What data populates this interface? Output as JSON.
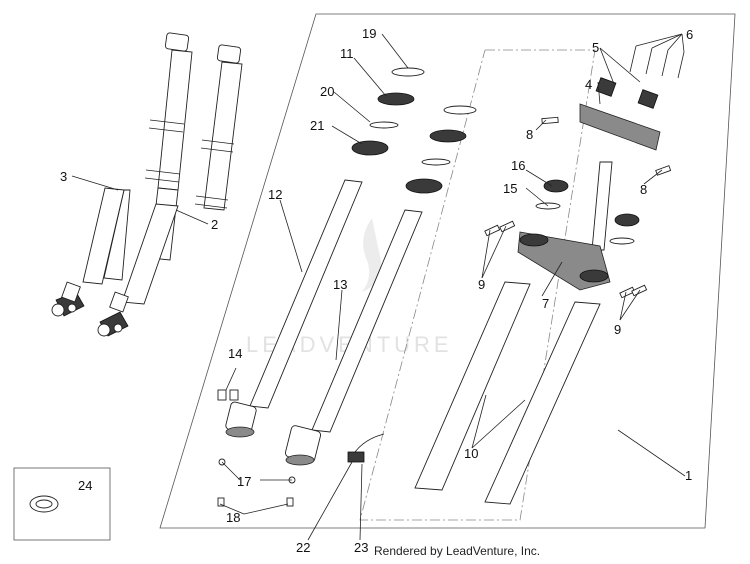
{
  "callouts": {
    "c1": "1",
    "c2": "2",
    "c3": "3",
    "c4": "4",
    "c5": "5",
    "c6": "6",
    "c7": "7",
    "c8a": "8",
    "c8b": "8",
    "c9a": "9",
    "c9b": "9",
    "c10": "10",
    "c11": "11",
    "c12": "12",
    "c13": "13",
    "c14": "14",
    "c15": "15",
    "c16": "16",
    "c17": "17",
    "c18": "18",
    "c19": "19",
    "c20": "20",
    "c21": "21",
    "c22": "22",
    "c23": "23",
    "c24": "24"
  },
  "watermark": "LEADVENTURE",
  "credit": "Rendered by LeadVenture, Inc."
}
